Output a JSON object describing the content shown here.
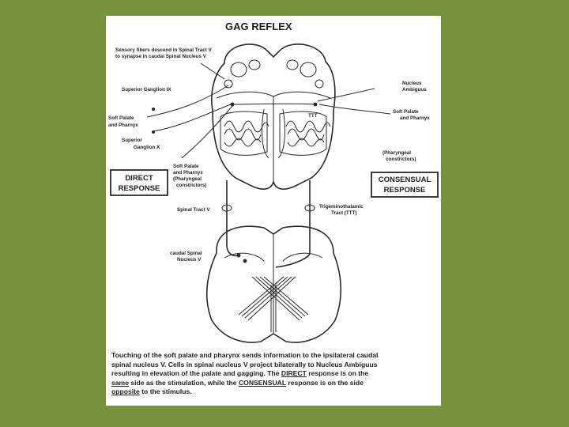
{
  "title": "GAG REFLEX",
  "labels": {
    "sensory_1": "Sensory fibers descend in Spinal Tract V",
    "sensory_2": "to synapse in caudal Spinal Nucleus V",
    "sup_gang_ix": "Superior Ganglion IX",
    "soft_palate_left_1": "Soft Palate",
    "soft_palate_left_2": "and Pharnyx",
    "sup_gang_x_1": "Superior",
    "sup_gang_x_2": "Ganglion X",
    "soft_palate_mid_1": "Soft Palate",
    "soft_palate_mid_2": "and Pharnyx",
    "pharyngeal_left_1": "(Pharyngeal",
    "pharyngeal_left_2": "constrictors)",
    "nucleus_ambiguus_1": "Nucleus",
    "nucleus_ambiguus_2": "Ambiguus",
    "soft_palate_right_1": "Soft Palate",
    "soft_palate_right_2": "and Pharnyx",
    "pharyngeal_right_1": "(Pharyngeal",
    "pharyngeal_right_2": "constrictors)",
    "ttt": "TTT",
    "spinal_tract_v": "Spinal Tract V",
    "trigem_1": "Trigeminothalamic",
    "trigem_2": "Tract (TTT)",
    "caudal_1": "caudal Spinal",
    "caudal_2": "Nucleus V"
  },
  "boxes": {
    "direct_1": "DIRECT",
    "direct_2": "RESPONSE",
    "consensual_1": "CONSENSUAL",
    "consensual_2": "RESPONSE"
  },
  "caption": {
    "line1": "Touching of the soft palate and pharynx sends information to the ipsilateral caudal",
    "line2": "spinal nucleus V.  Cells in spinal nucleus V project bilaterally to Nucleus Ambiguus",
    "line3_pre": "resulting  in elevation of the palate and gagging. The ",
    "line3_direct": "DIRECT",
    "line3_post": " response is on the",
    "line4_same": "same",
    "line4_mid": " side as the stimulation, while the ",
    "line4_consensual": "CONSENSUAL",
    "line4_post": " response is on the side",
    "line5_opposite": "opposite",
    "line5_post": " to the stimulus."
  },
  "colors": {
    "background": "#76923c",
    "figure": "#ffffff",
    "ink": "#2a2a2a"
  }
}
